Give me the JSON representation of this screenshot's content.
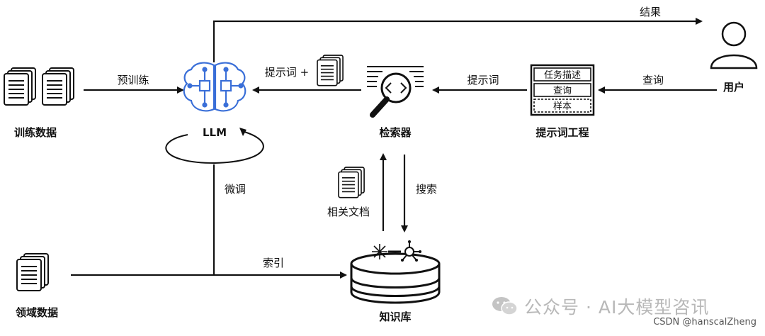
{
  "nodes": {
    "training_data": "训练数据",
    "llm": "LLM",
    "retriever": "检索器",
    "prompt_engineering": "提示词工程",
    "user": "用户",
    "domain_data": "领域数据",
    "knowledge_base": "知识库"
  },
  "prompt_box": {
    "items": [
      "任务描述",
      "查询",
      "样本"
    ]
  },
  "edges": {
    "result": "结果",
    "pretrain": "预训练",
    "prompt_plus": "提示词 +",
    "prompt": "提示词",
    "query": "查询",
    "finetune": "微调",
    "related_docs": "相关文档",
    "search": "搜索",
    "index": "索引"
  },
  "watermark": "公众号 · AI大模型咨讯",
  "credit": "CSDN @hanscalZheng",
  "colors": {
    "brain": "#3a6fd8",
    "ink": "#111111",
    "watermark": "#b8b8b8"
  }
}
